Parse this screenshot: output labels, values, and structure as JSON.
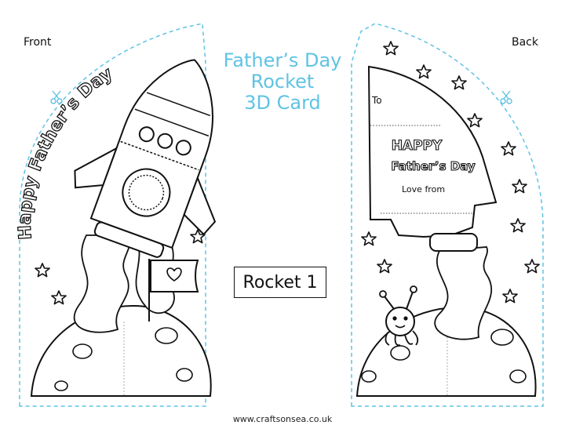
{
  "labels": {
    "front": "Front",
    "back": "Back"
  },
  "title": {
    "line1": "Father’s Day",
    "line2": "Rocket",
    "line3": "3D Card"
  },
  "front_card": {
    "arc_text": "Happy Father’s Day"
  },
  "back_card": {
    "to_label": "To",
    "happy": "HAPPY",
    "fathers_day": "Father’s Day",
    "love_from": "Love from"
  },
  "rocket_label": "Rocket 1",
  "footer_url": "www.craftsonsea.co.uk",
  "colors": {
    "accent": "#5fc3e4",
    "line": "#111111"
  },
  "icons": [
    "scissors-icon",
    "star-icon",
    "heart-icon"
  ]
}
